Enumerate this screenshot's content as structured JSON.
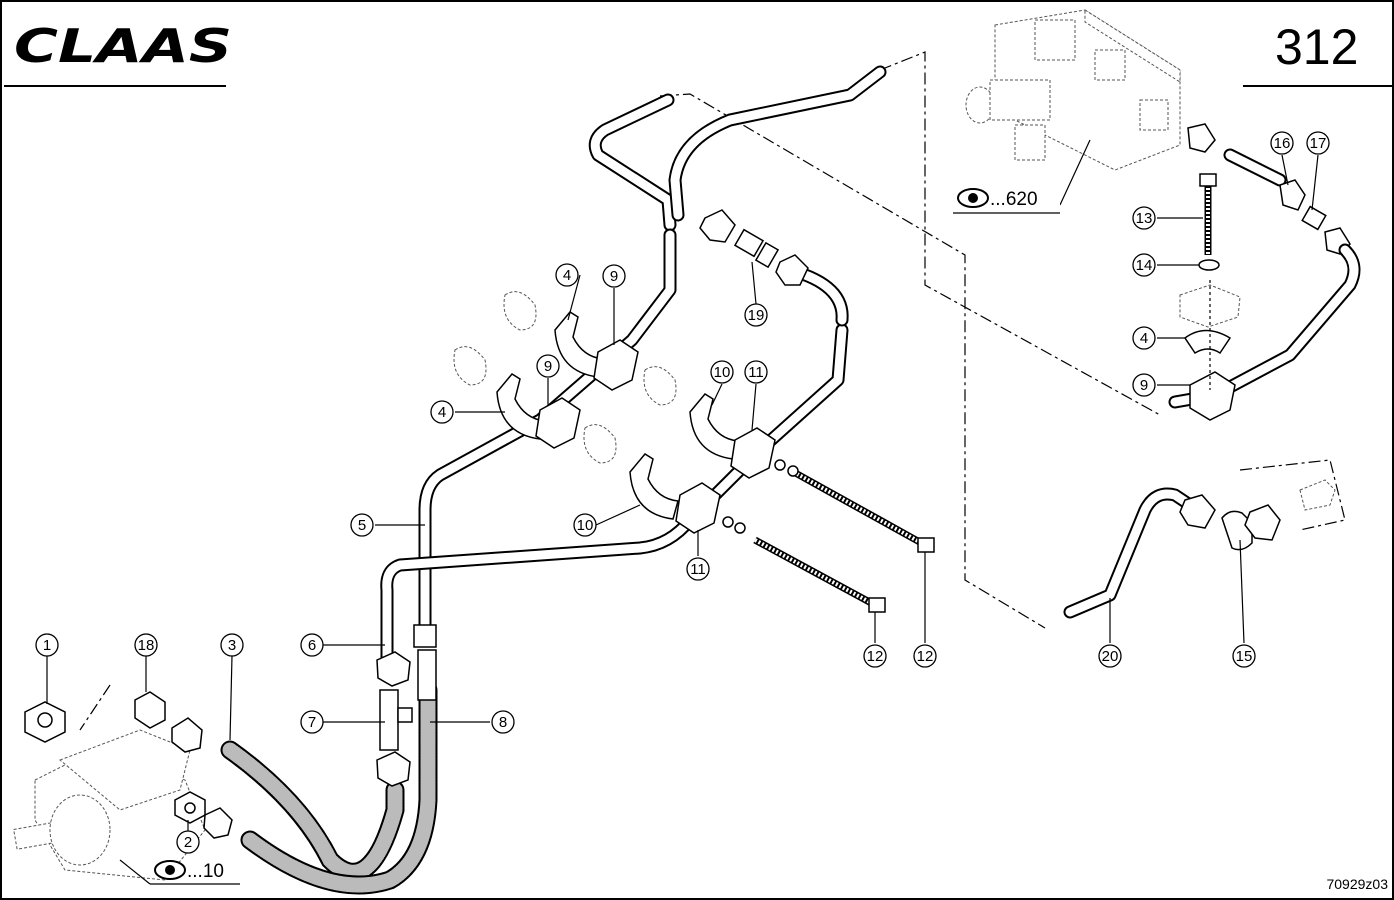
{
  "header": {
    "brand": "CLAAS",
    "page_number": "312"
  },
  "footer": {
    "drawing_code": "70929z03"
  },
  "references": [
    {
      "id": "ref-620",
      "text": "...620"
    },
    {
      "id": "ref-10",
      "text": "...10"
    }
  ],
  "callouts": [
    "1",
    "2",
    "3",
    "4",
    "5",
    "6",
    "7",
    "8",
    "9",
    "10",
    "11",
    "12",
    "13",
    "14",
    "15",
    "16",
    "17",
    "18",
    "19",
    "20"
  ],
  "callout_instances": [
    {
      "label": "1"
    },
    {
      "label": "18"
    },
    {
      "label": "3"
    },
    {
      "label": "2"
    },
    {
      "label": "6"
    },
    {
      "label": "7"
    },
    {
      "label": "8"
    },
    {
      "label": "5"
    },
    {
      "label": "4"
    },
    {
      "label": "9"
    },
    {
      "label": "4"
    },
    {
      "label": "9"
    },
    {
      "label": "19"
    },
    {
      "label": "10"
    },
    {
      "label": "11"
    },
    {
      "label": "10"
    },
    {
      "label": "11"
    },
    {
      "label": "12"
    },
    {
      "label": "12"
    },
    {
      "label": "16"
    },
    {
      "label": "17"
    },
    {
      "label": "13"
    },
    {
      "label": "14"
    },
    {
      "label": "4"
    },
    {
      "label": "9"
    },
    {
      "label": "20"
    },
    {
      "label": "15"
    }
  ]
}
